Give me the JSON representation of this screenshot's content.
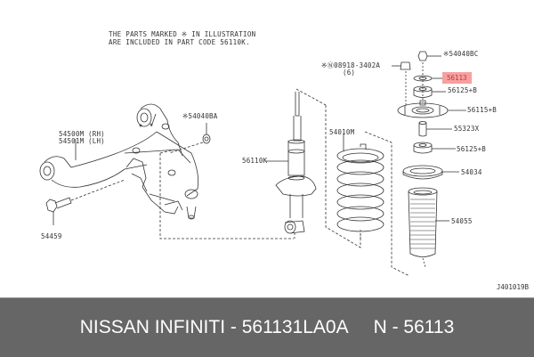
{
  "diagram": {
    "note_lines": [
      "THE PARTS MARKED ※ IN ILLUSTRATION",
      "ARE INCLUDED IN PART CODE 56110K."
    ],
    "labels": {
      "p54040BC": "※54040BC",
      "p08918": "※Ⓝ08918-3402A",
      "p08918_qty": "(6)",
      "p56113": "56113",
      "p56125_top": "56125+B",
      "p56115": "56115+B",
      "p55323": "55323X",
      "p56125_bottom": "56125+B",
      "p54034": "54034",
      "p54055": "54055",
      "p54010M": "54010M",
      "p56110K": "56110K",
      "p54040BA": "※54040BA",
      "p54500M": "54500M (RH)",
      "p54501M": "54501M (LH)",
      "p54459": "54459"
    },
    "highlighted_part": "56113",
    "highlight_color": "#f7a0a0",
    "drawing_code": "J401019B"
  },
  "footer": {
    "brand_part": "NISSAN INFINITI - 561131LA0A",
    "short_code": "N - 56113",
    "background": "#666666"
  }
}
